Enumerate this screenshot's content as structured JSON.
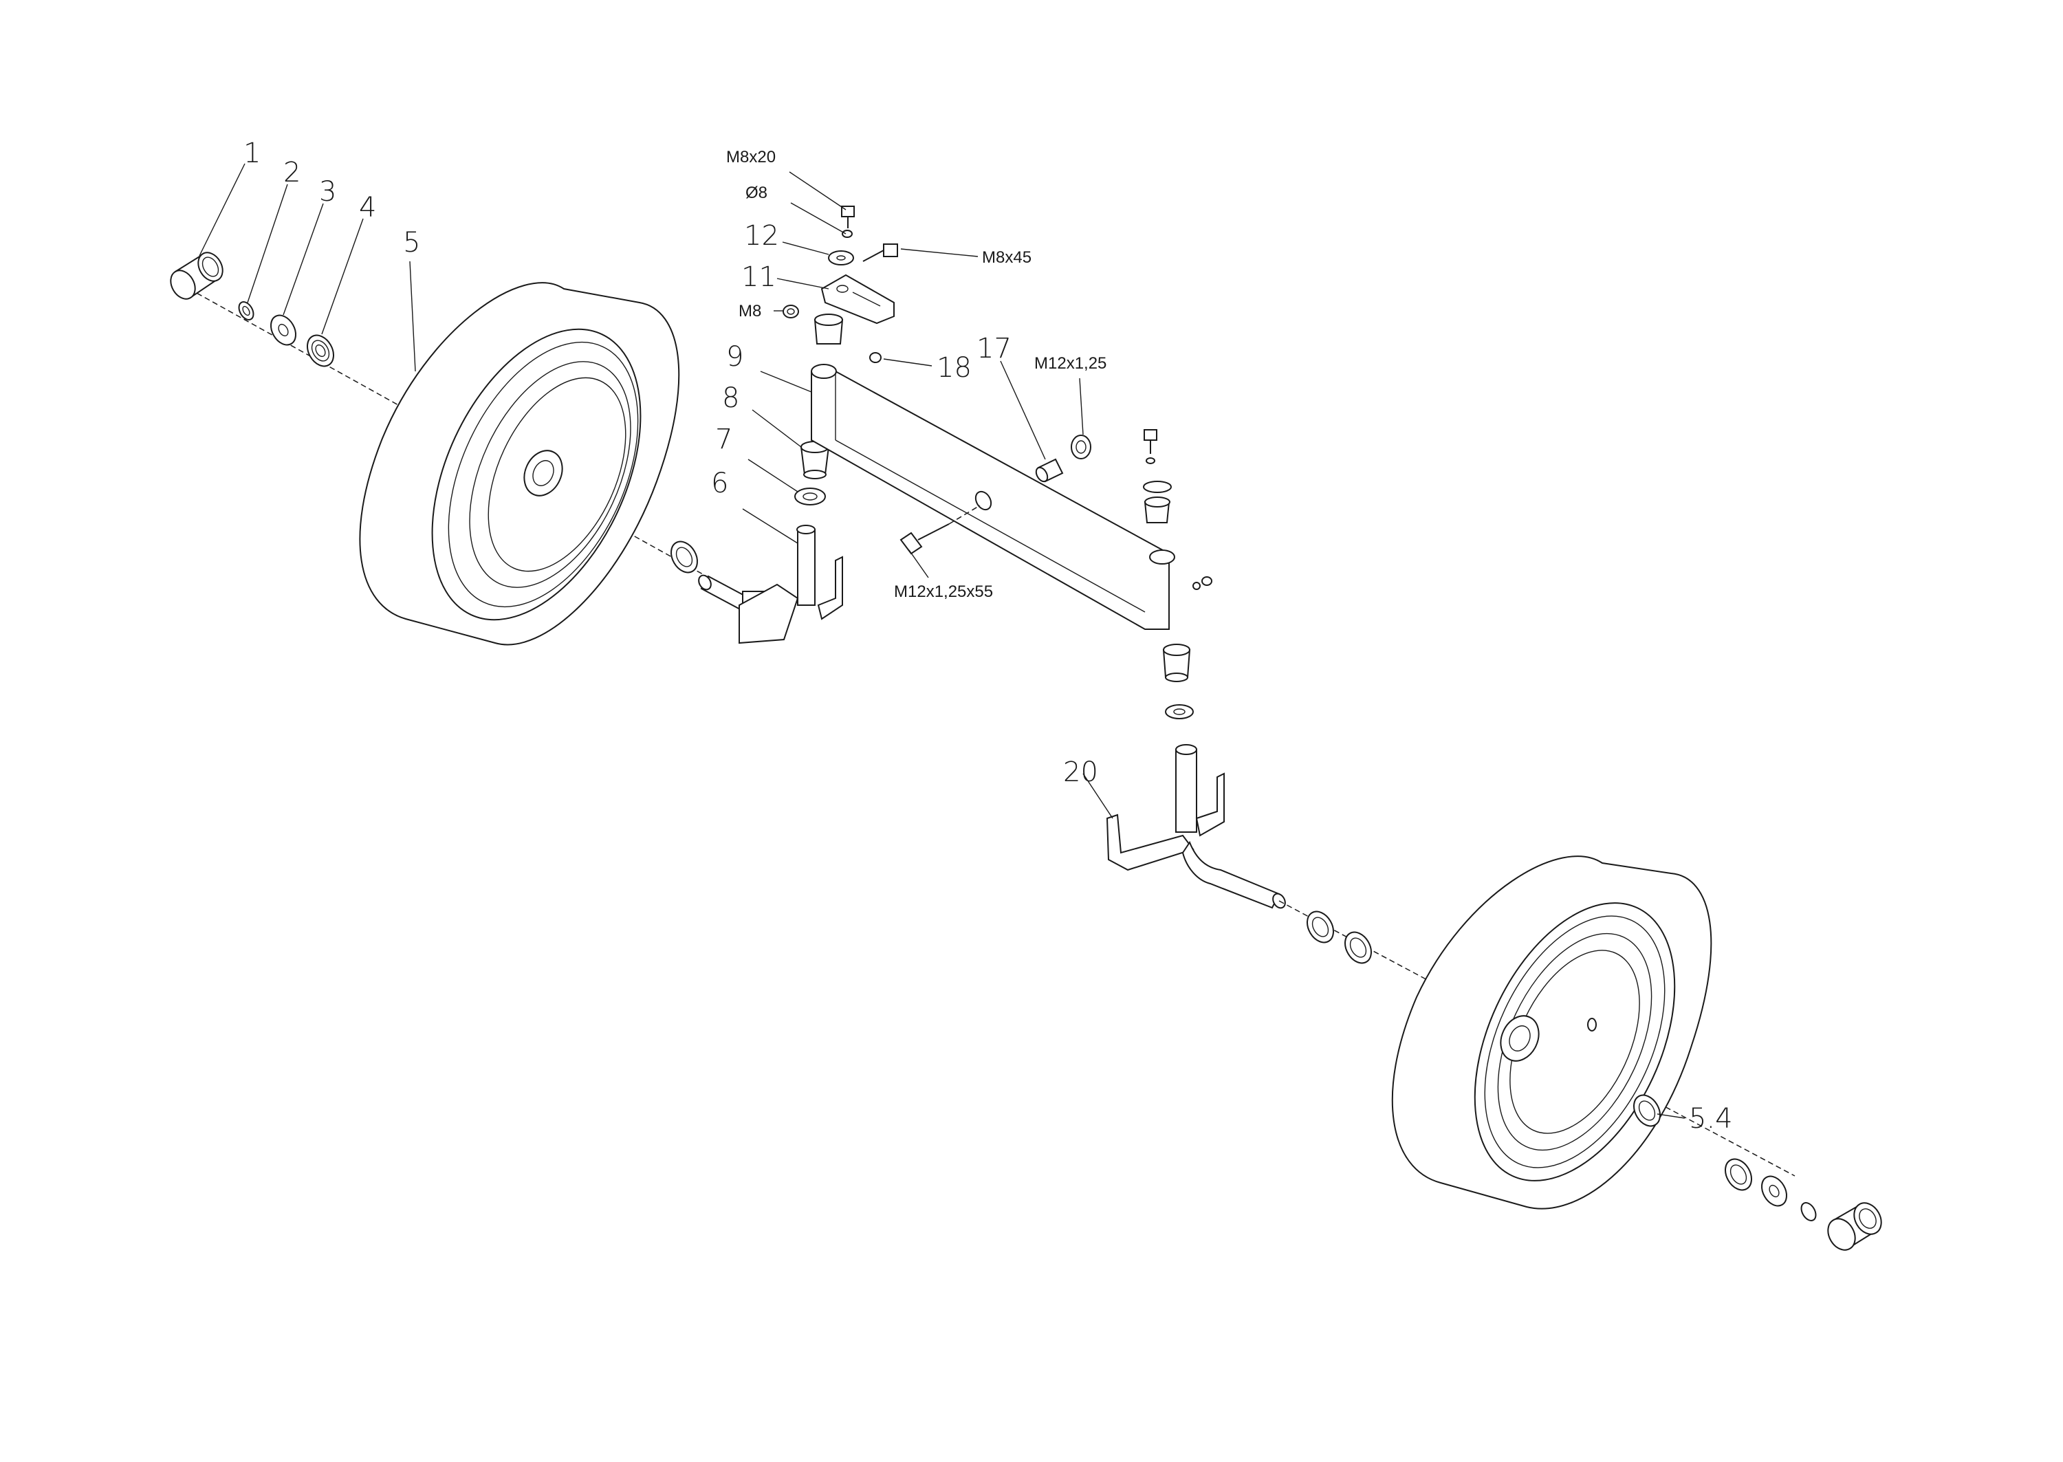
{
  "callouts": {
    "n1": "1",
    "n2": "2",
    "n3": "3",
    "n4": "4",
    "n5": "5",
    "n6": "6",
    "n7": "7",
    "n8": "8",
    "n9": "9",
    "n11": "11",
    "n12": "12",
    "n17": "17",
    "n18": "18",
    "n20": "20",
    "n54": "5.4"
  },
  "specs": {
    "m8x20": "M8x20",
    "d8": "Ø8",
    "m8x45": "M8x45",
    "m8": "M8",
    "m12x125": "M12x1,25",
    "m12x125x55": "M12x1,25x55"
  }
}
